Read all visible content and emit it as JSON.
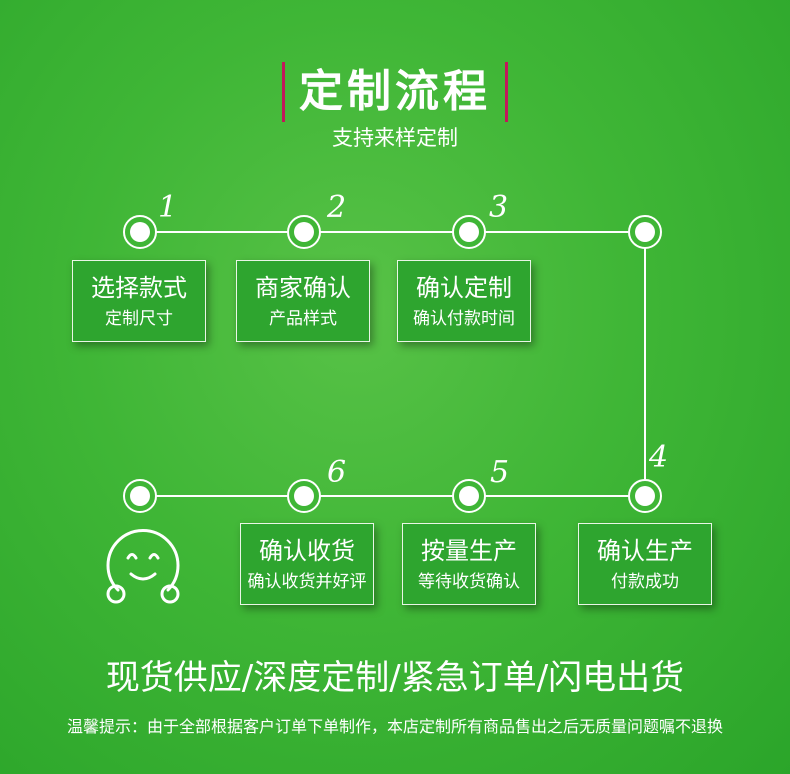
{
  "header": {
    "title": "定制流程",
    "subtitle": "支持来样定制",
    "accent_color": "#c2185b"
  },
  "steps": [
    {
      "number": "1",
      "title": "选择款式",
      "subtitle": "定制尺寸"
    },
    {
      "number": "2",
      "title": "商家确认",
      "subtitle": "产品样式"
    },
    {
      "number": "3",
      "title": "确认定制",
      "subtitle": "确认付款时间"
    },
    {
      "number": "4",
      "title": "确认生产",
      "subtitle": "付款成功"
    },
    {
      "number": "5",
      "title": "按量生产",
      "subtitle": "等待收货确认"
    },
    {
      "number": "6",
      "title": "确认收货",
      "subtitle": "确认收货并好评"
    }
  ],
  "end_icon": "smiley-face-icon",
  "footer": {
    "slogan": "现货供应/深度定制/紧急订单/闪电出货",
    "notice": "温馨提示：由于全部根据客户订单下单制作，本店定制所有商品售出之后无质量问题嘱不退换"
  },
  "colors": {
    "background": "#3fb636",
    "box": "#2ea52f",
    "text": "#ffffff"
  }
}
